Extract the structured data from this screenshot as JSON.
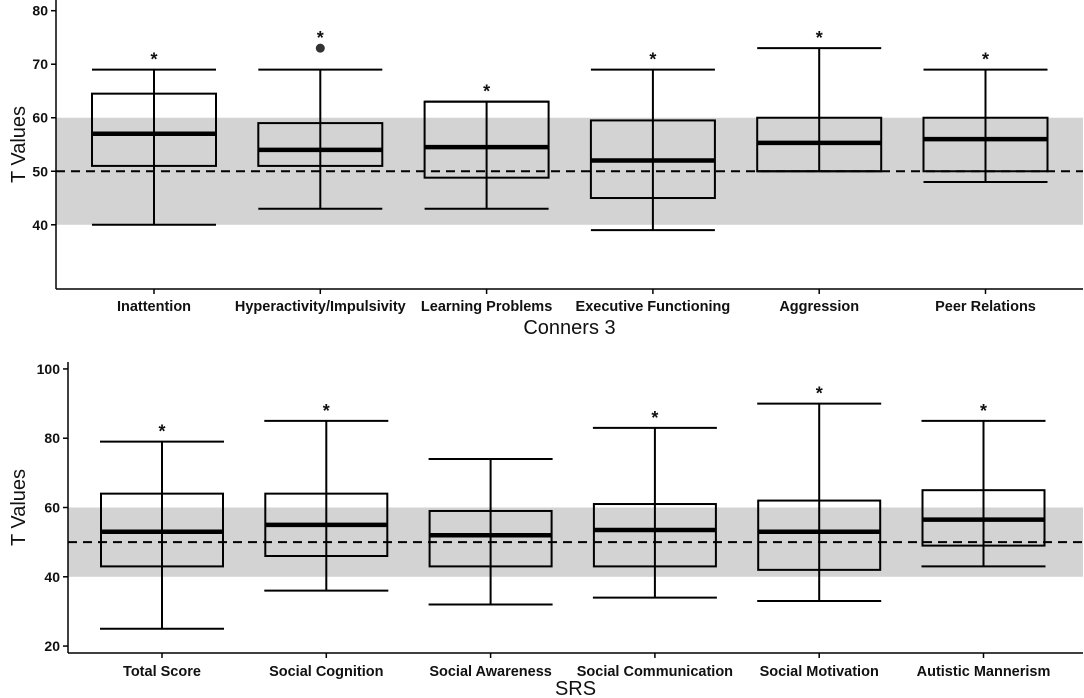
{
  "chart_data": [
    {
      "type": "box",
      "xlabel": "Conners 3",
      "ylabel": "T Values",
      "ylim": [
        28,
        82
      ],
      "yticks": [
        40,
        50,
        60,
        70,
        80
      ],
      "reference_band": [
        40,
        60
      ],
      "reference_line": 50,
      "categories": [
        "Inattention",
        "Hyperactivity/Impulsivity",
        "Learning Problems",
        "Executive Functioning",
        "Aggression",
        "Peer Relations"
      ],
      "boxes": [
        {
          "min": 40,
          "q1": 51,
          "median": 57,
          "q3": 64.5,
          "max": 69,
          "outliers": [],
          "significant": "*"
        },
        {
          "min": 43,
          "q1": 51,
          "median": 54,
          "q3": 59,
          "max": 69,
          "outliers": [
            73
          ],
          "significant": "*"
        },
        {
          "min": 43,
          "q1": 48.8,
          "median": 54.5,
          "q3": 63,
          "max": 63,
          "outliers": [],
          "significant": "*"
        },
        {
          "min": 39,
          "q1": 45,
          "median": 52,
          "q3": 59.5,
          "max": 69,
          "outliers": [],
          "significant": "*"
        },
        {
          "min": 50,
          "q1": 50,
          "median": 55.3,
          "q3": 60,
          "max": 73,
          "outliers": [],
          "significant": "*"
        },
        {
          "min": 48,
          "q1": 50,
          "median": 56,
          "q3": 60,
          "max": 69,
          "outliers": [],
          "significant": "*"
        }
      ]
    },
    {
      "type": "box",
      "xlabel": "SRS",
      "ylabel": "T Values",
      "ylim": [
        18,
        102
      ],
      "yticks": [
        20,
        40,
        60,
        80,
        100
      ],
      "reference_band": [
        40,
        60
      ],
      "reference_line": 50,
      "categories": [
        "Total Score",
        "Social Cognition",
        "Social Awareness",
        "Social Communication",
        "Social Motivation",
        "Autistic Mannerism"
      ],
      "boxes": [
        {
          "min": 25,
          "q1": 43,
          "median": 53,
          "q3": 64,
          "max": 79,
          "outliers": [],
          "significant": "*"
        },
        {
          "min": 36,
          "q1": 46,
          "median": 55,
          "q3": 64,
          "max": 85,
          "outliers": [],
          "significant": "*"
        },
        {
          "min": 32,
          "q1": 43,
          "median": 52,
          "q3": 59,
          "max": 74,
          "outliers": [],
          "significant": ""
        },
        {
          "min": 34,
          "q1": 43,
          "median": 53.5,
          "q3": 61,
          "max": 83,
          "outliers": [],
          "significant": "*"
        },
        {
          "min": 33,
          "q1": 42,
          "median": 53,
          "q3": 62,
          "max": 90,
          "outliers": [],
          "significant": "*"
        },
        {
          "min": 43,
          "q1": 49,
          "median": 56.5,
          "q3": 65,
          "max": 85,
          "outliers": [],
          "significant": "*"
        }
      ]
    }
  ],
  "colors": {
    "band": "#d3d3d3",
    "stroke": "#000000",
    "box_fill": "#ffffff",
    "outlier": "#333333"
  }
}
